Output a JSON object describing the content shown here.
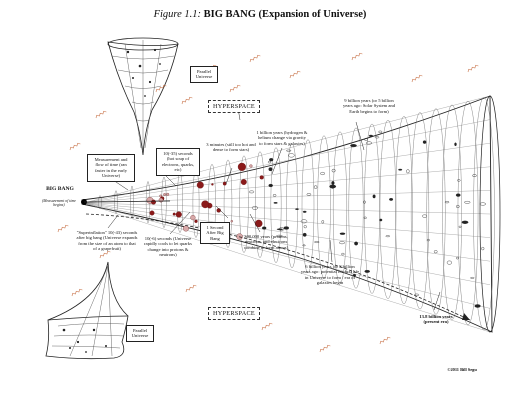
{
  "title": {
    "figure_label": "Figure 1.1:",
    "figure_name": "BIG BANG (Expansion of Universe)"
  },
  "labels": {
    "big_bang": "BIG BANG",
    "big_bang_sub": "(Measurement of time begins)",
    "parallel_top": "Parallel Universe",
    "parallel_bottom": "Parallel Universe",
    "hyperspace_top": "HYPERSPACE",
    "hyperspace_bottom": "HYPERSPACE",
    "measurement_box": "Measurement and flow of time (ran faster in the early Universe)",
    "seconds_box": "10(-35) seconds (hot soup of electrons, quarks, etc)",
    "three_minutes": "3 minutes (still too hot and dense to form stars)",
    "one_billion": "1 billion years (hydrogen & helium change via gravity to form stars & galaxies)",
    "nine_billion": "9 billion years (or 5 billion years ago: Solar System and Earth begins to form)",
    "superinflation": "\"Superinflation\" 10(-43) seconds after big bang (Universe expands from the size of an atom to that of a grapefruit)",
    "ten_neg_six": "10(-6) seconds (Universe rapidly cools to let quarks change into protons & neutrons)",
    "one_second": "1 Second After Big Bang",
    "three_hundred_k": "300,000 years (protons, neutrons, and electrons combine to form atoms)",
    "six_billion": "6 billion years (or 8 billion years ago: potential for first life in Universe to form / era of galaxies begin",
    "thirteen_billion": "13.8 billion years (present era)",
    "copyright": "©2011 Bill Segu"
  }
}
